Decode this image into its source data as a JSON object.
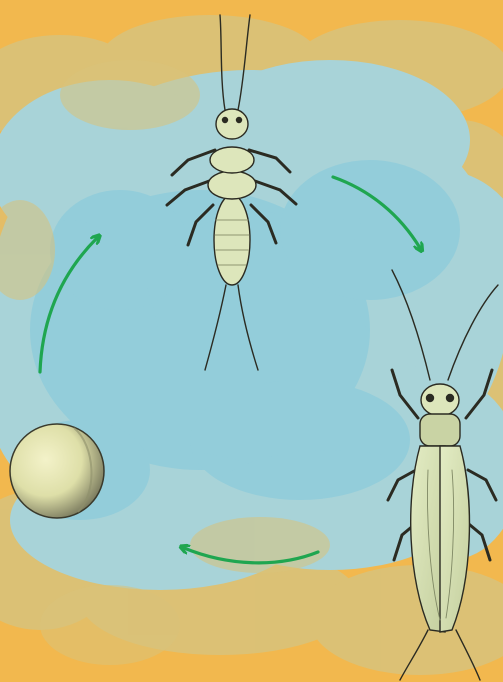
{
  "diagram": {
    "type": "life-cycle",
    "stages": [
      {
        "name": "egg",
        "icon": "egg-icon"
      },
      {
        "name": "nymph",
        "icon": "nymph-icon"
      },
      {
        "name": "adult",
        "icon": "adult-stonefly-icon"
      }
    ],
    "cycle_order": [
      "egg",
      "nymph",
      "adult",
      "egg"
    ],
    "colors": {
      "background_outer": "#F2B84E",
      "cloud_light": "#A8D3D8",
      "cloud_mid": "#8CCBDB",
      "cloud_tan": "#D9C27A",
      "arrow": "#1FA650",
      "insect_fill": "#DDE6BB",
      "insect_shade": "#AEB88A",
      "outline": "#2B2B22"
    }
  }
}
